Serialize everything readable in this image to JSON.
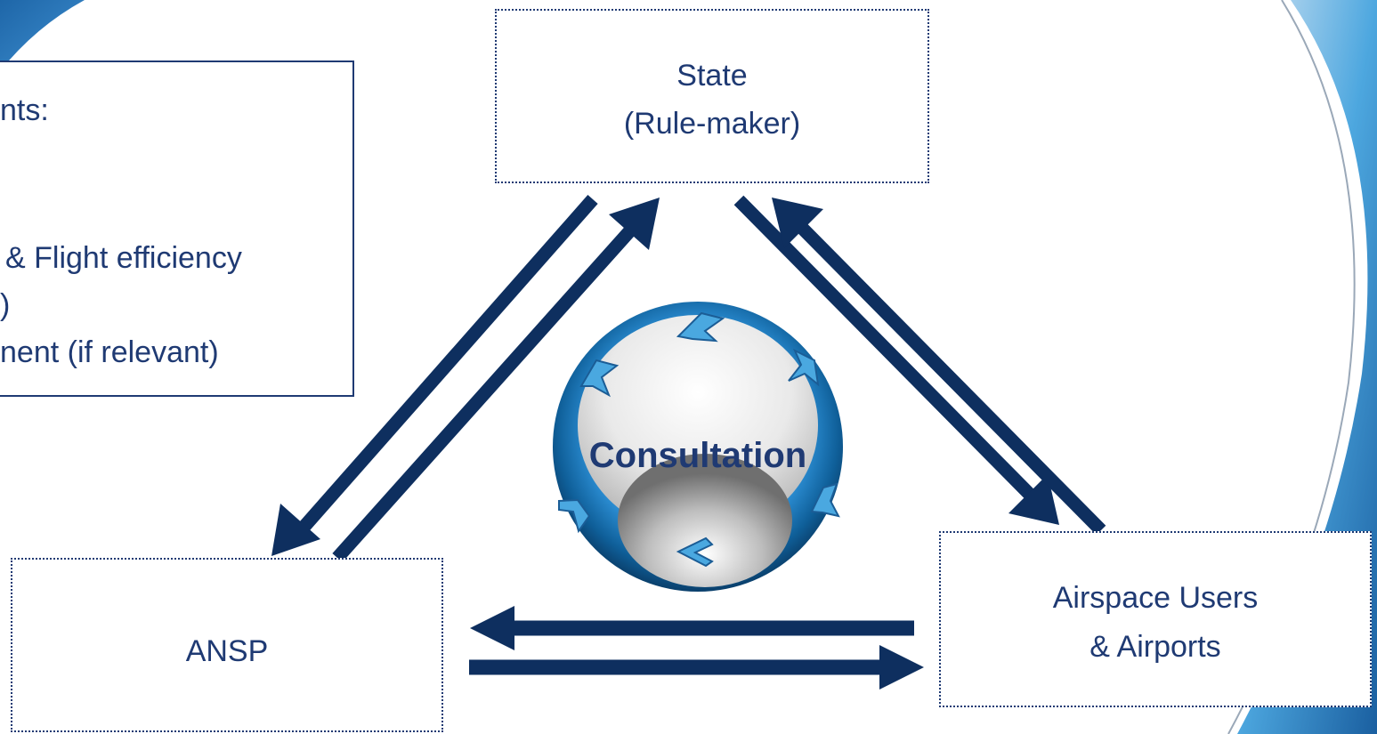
{
  "requirements_box": {
    "lines": [
      "nts:",
      "& Flight efficiency",
      ")",
      "nent (if relevant)"
    ]
  },
  "nodes": {
    "state": {
      "line1": "State",
      "line2": "(Rule-maker)"
    },
    "ansp": {
      "label": "ANSP"
    },
    "airspace_users": {
      "line1": "Airspace Users",
      "line2": "& Airports"
    }
  },
  "center": {
    "label": "Consultation"
  },
  "colors": {
    "arrow": "#0e2f5f",
    "text": "#1f3a73",
    "ring_outer": "#1f7fc0",
    "ring_inner": "#0d4f86"
  }
}
